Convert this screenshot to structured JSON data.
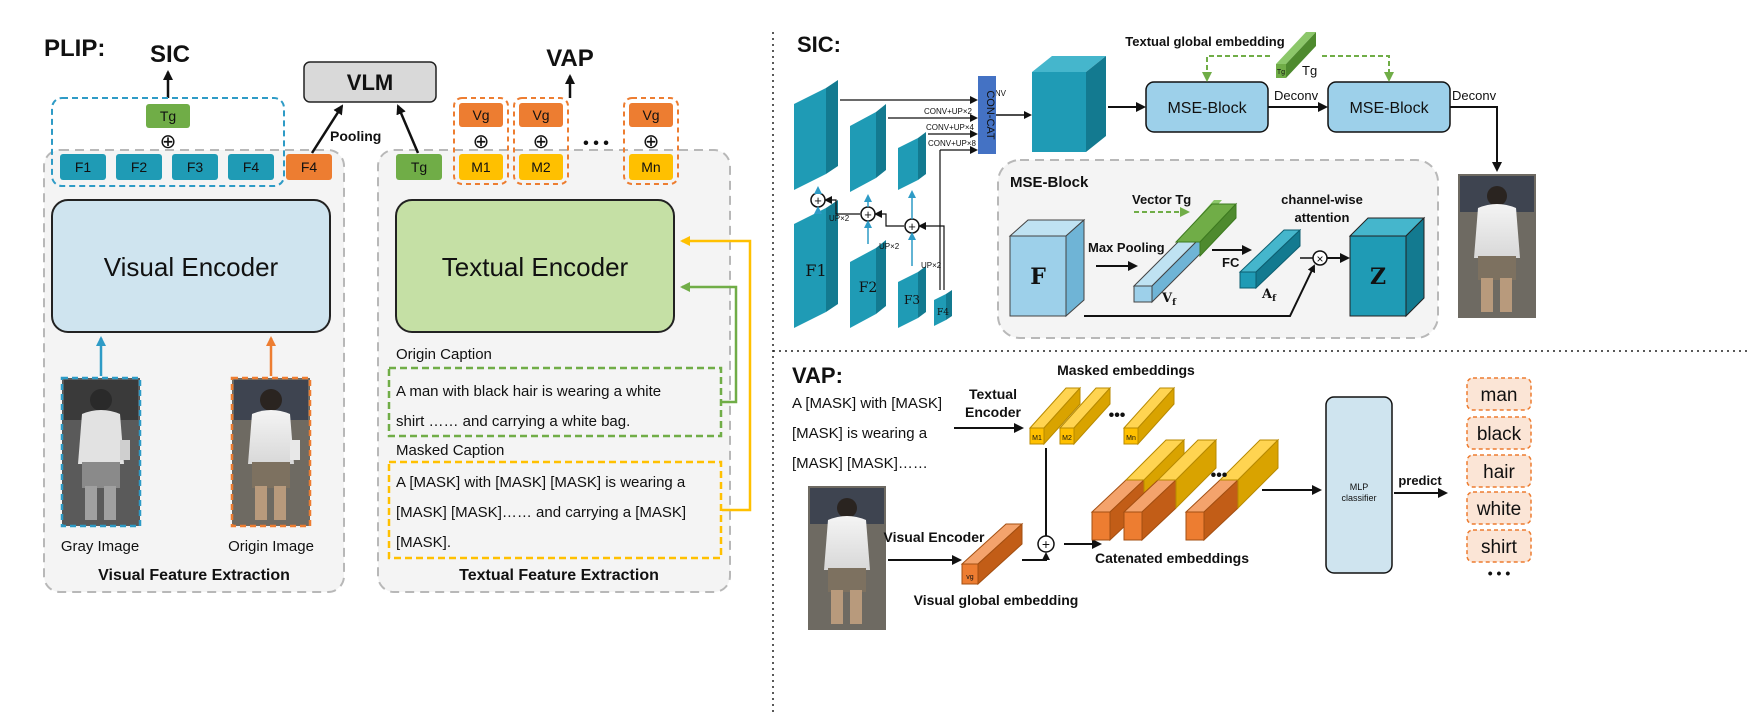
{
  "plip": {
    "title": "PLIP:",
    "sic_label": "SIC",
    "vap_label": "VAP",
    "vlm_label": "VLM",
    "pooling_label": "Pooling",
    "visual_encoder": "Visual Encoder",
    "textual_encoder": "Textual Encoder",
    "tg": "Tg",
    "plus": "⊕",
    "feature_labels": [
      "F1",
      "F2",
      "F3",
      "F4"
    ],
    "f4_pooled": "F4",
    "vg": "Vg",
    "mask_tokens": [
      "M1",
      "M2",
      "Mn"
    ],
    "ellipsis": "• • •",
    "origin_caption_title": "Origin Caption",
    "origin_caption_lines": [
      "A man with black hair is wearing a white",
      "shirt …… and carrying a white bag."
    ],
    "masked_caption_title": "Masked Caption",
    "masked_caption_lines": [
      "A [MASK] with [MASK] [MASK] is wearing a",
      "[MASK]  [MASK]……  and  carrying  a  [MASK]",
      "[MASK]."
    ],
    "gray_image_label": "Gray Image",
    "origin_image_label": "Origin Image",
    "visual_section_label": "Visual Feature Extraction",
    "textual_section_label": "Textual Feature Extraction"
  },
  "sic": {
    "title": "SIC:",
    "textual_global_embedding": "Textual global embedding",
    "tg": "Tg",
    "tg_small": "Tg",
    "concat": "CON-CAT",
    "conv_labels": [
      "CONV",
      "CONV+UP×2",
      "CONV+UP×4",
      "CONV+UP×8"
    ],
    "up_labels": [
      "UP×2",
      "UP×2",
      "UP×2"
    ],
    "feature_labels": [
      "F1",
      "F2",
      "F3",
      "F4"
    ],
    "mse_block": "MSE-Block",
    "deconv": "Deconv",
    "detail": {
      "title": "MSE-Block",
      "vector_tg": "Vector Tg",
      "channel_wise": "channel-wise",
      "attention": "attention",
      "max_pooling": "Max Pooling",
      "fc": "FC",
      "f": "F",
      "z": "Z",
      "vf": "V",
      "vf_sub": "f",
      "af": "A",
      "af_sub": "f"
    }
  },
  "vap": {
    "title": "VAP:",
    "masked_text_lines": [
      "A [MASK] with [MASK]",
      "[MASK] is wearing a",
      "[MASK] [MASK]……"
    ],
    "textual_encoder_lines": [
      "Textual",
      "Encoder"
    ],
    "masked_embeddings": "Masked embeddings",
    "mask_labels": [
      "M1",
      "M2",
      "Mn"
    ],
    "visual_encoder": "Visual Encoder",
    "vg": "vg",
    "visual_global_embedding": "Visual global embedding",
    "catenated_embeddings": "Catenated embeddings",
    "mlp_lines": [
      "MLP",
      "classifier"
    ],
    "predict": "predict",
    "predictions": [
      "man",
      "black",
      "hair",
      "white",
      "shirt"
    ],
    "more": "• • •"
  },
  "colors": {
    "blue_dash": "#2e9bc6",
    "orange": "#ed7d31",
    "green": "#70ad47",
    "yellow": "#ffc000",
    "teal": "#1f9bb5",
    "light_blue": "#9dd0ea",
    "light_green": "#c5e0a5",
    "light_encoder_blue": "#cfe4ef",
    "gray_panel": "#f2f2f2"
  }
}
